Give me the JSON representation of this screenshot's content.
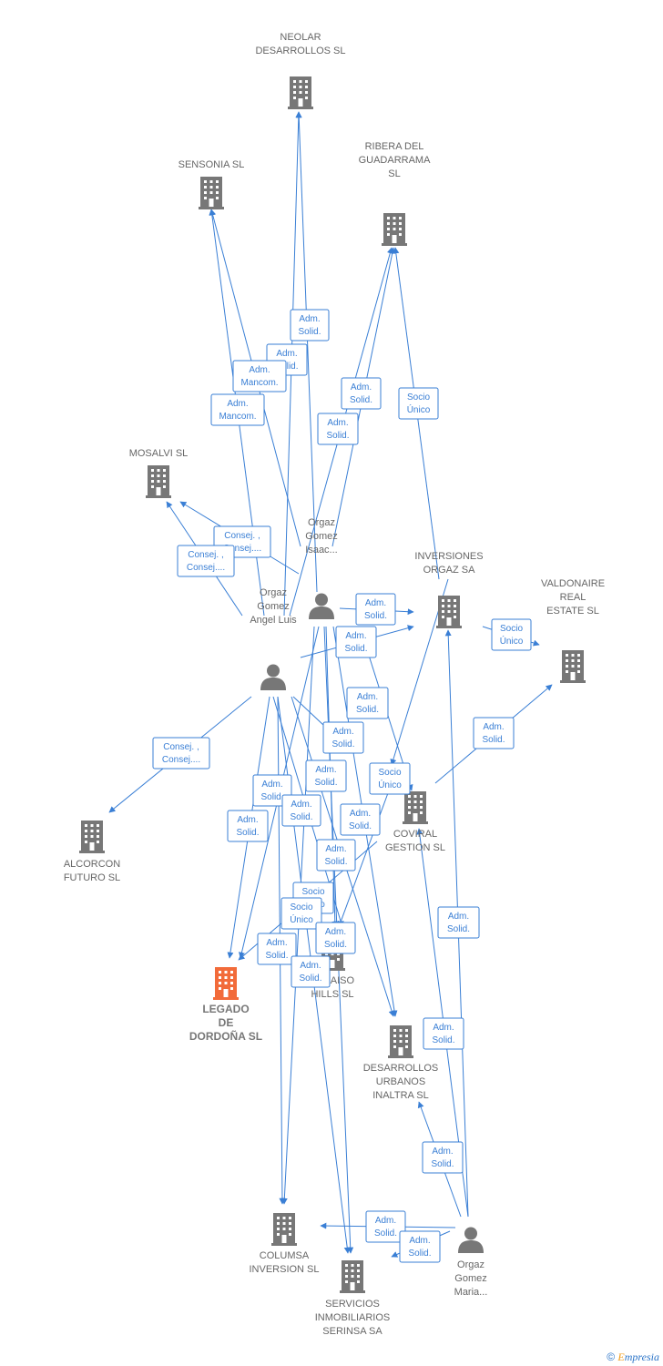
{
  "nodes": {
    "neolar": {
      "label": [
        "NEOLAR",
        "DESARROLLOS SL"
      ],
      "kind": "company"
    },
    "sensonia": {
      "label": [
        "SENSONIA  SL"
      ],
      "kind": "company"
    },
    "ribera": {
      "label": [
        "RIBERA DEL",
        "GUADARRAMA",
        "SL"
      ],
      "kind": "company"
    },
    "mosalvi": {
      "label": [
        "MOSALVI SL"
      ],
      "kind": "company"
    },
    "isaac": {
      "label": [
        "Orgaz",
        "Gomez",
        "Isaac..."
      ],
      "kind": "person"
    },
    "inversiones": {
      "label": [
        "INVERSIONES",
        "ORGAZ SA"
      ],
      "kind": "company"
    },
    "valdonaire": {
      "label": [
        "VALDONAIRE",
        "REAL",
        "ESTATE  SL"
      ],
      "kind": "company"
    },
    "angel": {
      "label": [
        "Orgaz",
        "Gomez",
        "Angel Luis"
      ],
      "kind": "person"
    },
    "alcorcon": {
      "label": [
        "ALCORCON",
        "FUTURO SL"
      ],
      "kind": "company"
    },
    "coviral": {
      "label": [
        "COVIRAL",
        "GESTION  SL"
      ],
      "kind": "company"
    },
    "paraiso": {
      "label": [
        "PARAISO",
        "HILLS  SL"
      ],
      "kind": "company"
    },
    "legado": {
      "label": [
        "LEGADO",
        "DE",
        "DORDOÑA  SL"
      ],
      "kind": "main"
    },
    "inaltra": {
      "label": [
        "DESARROLLOS",
        "URBANOS",
        "INALTRA  SL"
      ],
      "kind": "company"
    },
    "columsa": {
      "label": [
        "COLUMSA",
        "INVERSION  SL"
      ],
      "kind": "company"
    },
    "serinsa": {
      "label": [
        "SERVICIOS",
        "INMOBILIARIOS",
        "SERINSA SA"
      ],
      "kind": "company"
    },
    "maria": {
      "label": [
        "Orgaz",
        "Gomez",
        "Maria..."
      ],
      "kind": "person"
    }
  },
  "edge_labels": [
    [
      "Adm.",
      "Solid."
    ],
    [
      "Adm.",
      "Solid."
    ],
    [
      "Adm.",
      "Mancom."
    ],
    [
      "Adm.",
      "Mancom."
    ],
    [
      "Adm.",
      "Solid."
    ],
    [
      "Adm.",
      "Solid."
    ],
    [
      "Socio",
      "Único"
    ],
    [
      "Consej. ,",
      "Consej...."
    ],
    [
      "Consej. ,",
      "Consej...."
    ],
    [
      "Adm.",
      "Solid."
    ],
    [
      "Adm.",
      "Solid."
    ],
    [
      "Socio",
      "Único"
    ],
    [
      "Adm.",
      "Solid."
    ],
    [
      "Consej. ,",
      "Consej...."
    ],
    [
      "Adm.",
      "Solid."
    ],
    [
      "Socio",
      "Único"
    ],
    [
      "Socio",
      "Único"
    ],
    [
      "Adm.",
      "Solid."
    ],
    [
      "Adm.",
      "Solid."
    ],
    [
      "Adm.",
      "Solid."
    ],
    [
      "Adm.",
      "Solid."
    ],
    [
      "Adm.",
      "Solid."
    ],
    [
      "Adm.",
      "Solid."
    ],
    [
      "Adm.",
      "Solid."
    ],
    [
      "Socio",
      "Único"
    ],
    [
      "Adm.",
      "Solid."
    ],
    [
      "Adm.",
      "Solid."
    ],
    [
      "Adm.",
      "Solid."
    ],
    [
      "Adm.",
      "Solid."
    ],
    [
      "Adm.",
      "Solid."
    ],
    [
      "Adm.",
      "Solid."
    ],
    [
      "Adm.",
      "Solid."
    ],
    [
      "Adm.",
      "Solid."
    ],
    [
      "Adm.",
      "Solid."
    ]
  ],
  "colors": {
    "edge": "#3a7fd5",
    "node": "#777777",
    "main_node": "#f26b3a"
  },
  "footer": {
    "copyright": "©",
    "brand_first": "E",
    "brand_rest": "mpresia"
  }
}
